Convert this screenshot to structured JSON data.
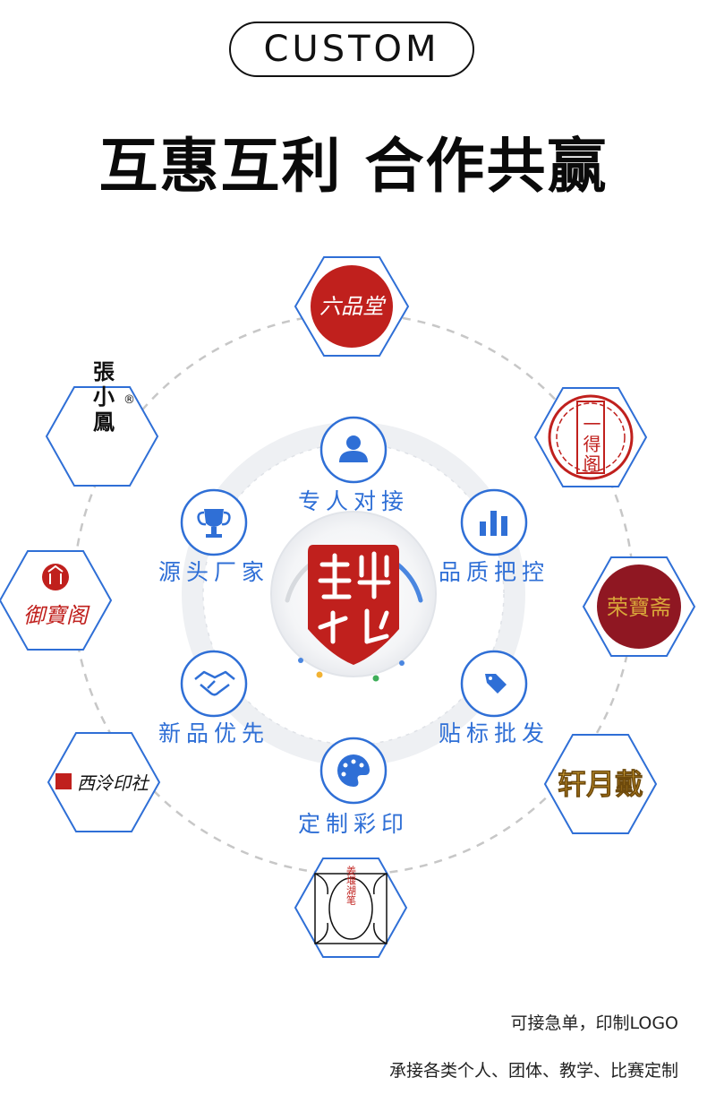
{
  "header": {
    "badge": "CUSTOM",
    "headline": "互惠互利 合作共赢"
  },
  "center_logo": {
    "name": "seal-logo",
    "color": "#c0201d"
  },
  "services": [
    {
      "label": "专人对接",
      "icon": "person-icon"
    },
    {
      "label": "品质把控",
      "icon": "bar-chart-icon"
    },
    {
      "label": "贴标批发",
      "icon": "tag-icon"
    },
    {
      "label": "定制彩印",
      "icon": "palette-icon"
    },
    {
      "label": "新品优先",
      "icon": "handshake-icon"
    },
    {
      "label": "源头厂家",
      "icon": "trophy-icon"
    }
  ],
  "brands": [
    {
      "text": "六品堂",
      "logo": "liupintang-logo"
    },
    {
      "text": "一得阁",
      "logo": "yidege-logo"
    },
    {
      "text": "荣寶斋",
      "logo": "rongbaozhai-logo"
    },
    {
      "text": "轩月戴",
      "logo": "xuanyuedai-logo"
    },
    {
      "text": "姜堰湖笔",
      "logo": "ornate-frame-logo"
    },
    {
      "text": "西泠印社",
      "logo": "xilingyinshe-logo"
    },
    {
      "text": "御寶阁",
      "logo": "yubaoge-logo"
    },
    {
      "text": "張小鳳",
      "logo": "zhangxiaofeng-logo",
      "mark": "®"
    }
  ],
  "notes": [
    "可接急单，印制LOGO",
    "承接各类个人、团体、教学、比赛定制"
  ],
  "colors": {
    "accent_blue": "#2f6fd6",
    "brand_red": "#c0201d",
    "gold": "#c8952b"
  }
}
